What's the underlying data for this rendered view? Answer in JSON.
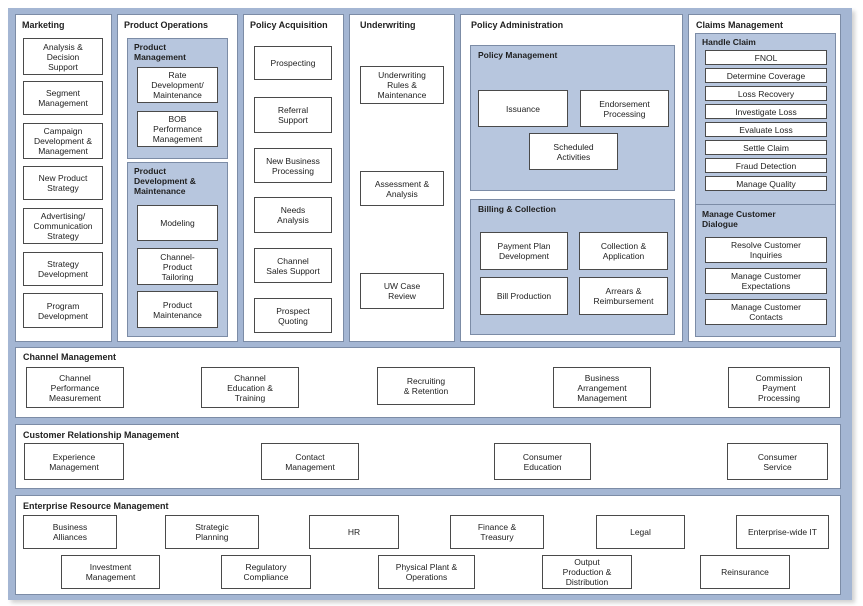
{
  "marketing": {
    "title": "Marketing",
    "items": [
      "Analysis &\nDecision\nSupport",
      "Segment\nManagement",
      "Campaign\nDevelopment &\nManagement",
      "New Product\nStrategy",
      "Advertising/\nCommunication\nStrategy",
      "Strategy\nDevelopment",
      "Program\nDevelopment"
    ]
  },
  "product_operations": {
    "title": "Product Operations",
    "product_management": {
      "title": "Product\nManagement",
      "items": [
        "Rate\nDevelopment/\nMaintenance",
        "BOB\nPerformance\nManagement"
      ]
    },
    "product_development": {
      "title": "Product\nDevelopment &\nMaintenance",
      "items": [
        "Modeling",
        "Channel-\nProduct\nTailoring",
        "Product\nMaintenance"
      ]
    }
  },
  "policy_acquisition": {
    "title": "Policy Acquisition",
    "items": [
      "Prospecting",
      "Referral\nSupport",
      "New Business\nProcessing",
      "Needs\nAnalysis",
      "Channel\nSales Support",
      "Prospect\nQuoting"
    ]
  },
  "underwriting": {
    "title": "Underwriting",
    "items": [
      "Underwriting\nRules &\nMaintenance",
      "Assessment &\nAnalysis",
      "UW Case\nReview"
    ]
  },
  "policy_administration": {
    "title": "Policy Administration",
    "policy_management": {
      "title": "Policy Management",
      "items": [
        "Issuance",
        "Endorsement\nProcessing",
        "Scheduled\nActivities"
      ]
    },
    "billing_collection": {
      "title": "Billing & Collection",
      "items": [
        "Payment Plan\nDevelopment",
        "Collection &\nApplication",
        "Bill Production",
        "Arrears &\nReimbursement"
      ]
    }
  },
  "claims_management": {
    "title": "Claims Management",
    "handle_claim": {
      "title": "Handle Claim",
      "items": [
        "FNOL",
        "Determine Coverage",
        "Loss Recovery",
        "Investigate Loss",
        "Evaluate Loss",
        "Settle Claim",
        "Fraud Detection",
        "Manage Quality"
      ]
    },
    "customer_dialogue": {
      "title": "Manage Customer\nDialogue",
      "items": [
        "Resolve Customer\nInquiries",
        "Manage Customer\nExpectations",
        "Manage Customer\nContacts"
      ]
    }
  },
  "channel_management": {
    "title": "Channel Management",
    "items": [
      "Channel\nPerformance\nMeasurement",
      "Channel\nEducation &\nTraining",
      "Recruiting\n& Retention",
      "Business\nArrangement\nManagement",
      "Commission\nPayment\nProcessing"
    ]
  },
  "crm": {
    "title": "Customer Relationship Management",
    "items": [
      "Experience\nManagement",
      "Contact\nManagement",
      "Consumer\nEducation",
      "Consumer\nService"
    ]
  },
  "erm": {
    "title": "Enterprise Resource Management",
    "row1": [
      "Business\nAlliances",
      "Strategic\nPlanning",
      "HR",
      "Finance &\nTreasury",
      "Legal",
      "Enterprise-wide IT"
    ],
    "row2": [
      "Investment\nManagement",
      "Regulatory\nCompliance",
      "Physical Plant &\nOperations",
      "Output\nProduction &\nDistribution",
      "Reinsurance"
    ]
  }
}
